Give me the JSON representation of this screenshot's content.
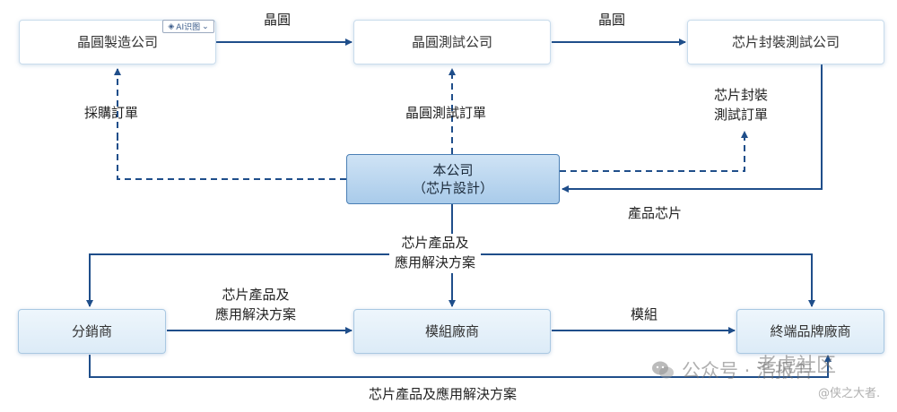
{
  "nodes": {
    "foundry": "晶圓製造公司",
    "wafer_test": "晶圓測試公司",
    "package_test": "芯片封裝測試公司",
    "company_line1": "本公司",
    "company_line2": "（芯片設計）",
    "distributor": "分銷商",
    "module_vendor": "模組廠商",
    "brand_vendor": "終端品牌廠商"
  },
  "edges": {
    "foundry_to_test": "晶圓",
    "test_to_package": "晶圓",
    "purchase_order": "採購訂單",
    "wafer_test_order": "晶圓測試訂單",
    "package_test_order_1": "芯片封裝",
    "package_test_order_2": "測試訂單",
    "product_chips": "產品芯片",
    "solutions_center_1": "芯片產品及",
    "solutions_center_2": "應用解決方案",
    "solutions_dist_1": "芯片產品及",
    "solutions_dist_2": "應用解決方案",
    "modules": "模組",
    "solutions_bottom": "芯片產品及應用解決方案"
  },
  "overlay": {
    "ai_badge": "AI识图"
  },
  "watermark": {
    "account": "公众号 · 浩报告",
    "community": "老虎社区",
    "author": "@侠之大者."
  },
  "colors": {
    "line": "#1f4e8a",
    "center_border": "#4a7fb5"
  }
}
